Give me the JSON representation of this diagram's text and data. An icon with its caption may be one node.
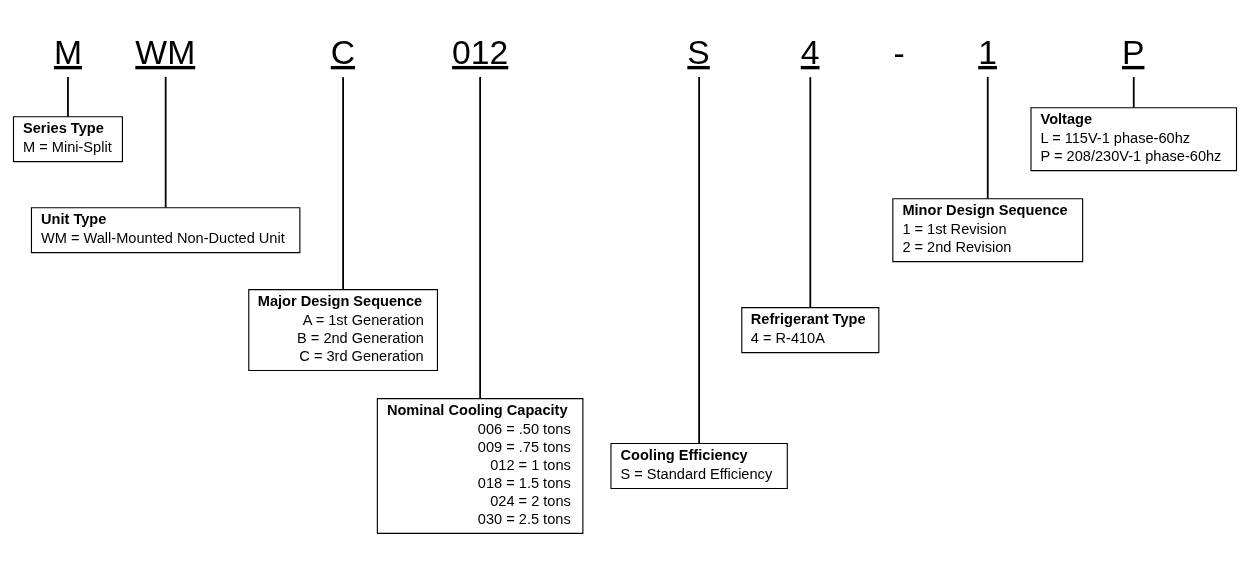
{
  "diagram": {
    "nodes": [
      {
        "text": [
          "M"
        ]
      },
      {
        "text": [
          "WM"
        ]
      },
      {
        "text": [
          "C"
        ]
      },
      {
        "text": [
          "012"
        ]
      },
      {
        "text": [
          "S"
        ]
      },
      {
        "text": [
          "4"
        ]
      },
      {
        "text": [
          "1"
        ]
      },
      {
        "text": [
          "P"
        ]
      },
      {
        "text": [
          "Series Type",
          "M = Mini-Split"
        ]
      },
      {
        "text": [
          "Unit Type",
          "WM = Wall-Mounted Non-Ducted Unit"
        ]
      },
      {
        "text": [
          "Major Design Sequence",
          "A = 1st Generation",
          "B = 2nd Generation",
          "C = 3rd Generation"
        ]
      },
      {
        "text": [
          "Nominal Cooling Capacity",
          "006 = .50 tons",
          "009 = .75 tons",
          "012 = 1 tons",
          "018 = 1.5 tons",
          "024 = 2 tons",
          "030 = 2.5 tons"
        ]
      },
      {
        "text": [
          "Cooling Efficiency",
          "S = Standard Efficiency"
        ]
      },
      {
        "text": [
          "Refrigerant Type",
          "4 = R-410A"
        ]
      },
      {
        "text": [
          "Minor Design Sequence",
          "1 = 1st Revision",
          "2 = 2nd Revision"
        ]
      },
      {
        "text": [
          "Voltage",
          "L = 115V-1 phase-60hz",
          "P = 208/230V-1 phase-60hz"
        ]
      }
    ],
    "edges": [
      {
        "from": 0,
        "to": 8,
        "arrow": "none"
      },
      {
        "from": 1,
        "to": 9,
        "arrow": "none"
      },
      {
        "from": 2,
        "to": 10,
        "arrow": "none"
      },
      {
        "from": 3,
        "to": 11,
        "arrow": "none"
      },
      {
        "from": 4,
        "to": 12,
        "arrow": "none"
      },
      {
        "from": 5,
        "to": 13,
        "arrow": "none"
      },
      {
        "from": 6,
        "to": 14,
        "arrow": "none"
      },
      {
        "from": 7,
        "to": 15,
        "arrow": "none"
      }
    ],
    "labels": [
      "-"
    ]
  }
}
